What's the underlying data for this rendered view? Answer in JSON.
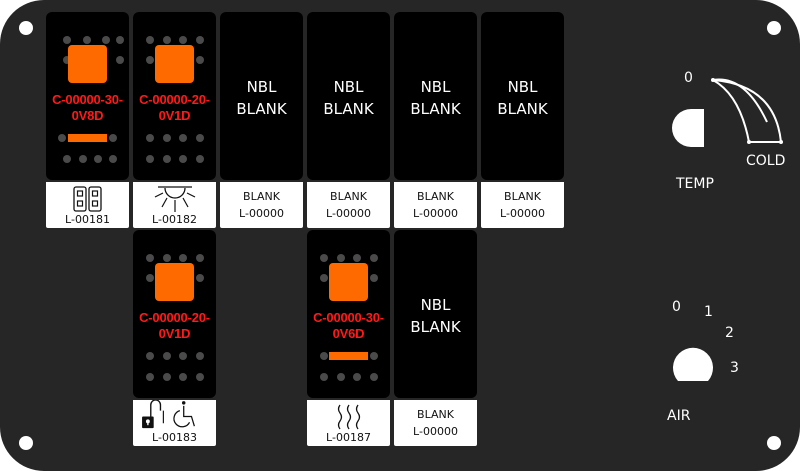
{
  "colors": {
    "panel": "#262626",
    "switch_body": "#000000",
    "led_orange": "#ff6a00",
    "code_red": "#ff1a1a",
    "dot_gray": "#4a4a4a"
  },
  "switches": [
    {
      "id": "s1",
      "type": "lit",
      "code_line1": "C-00000-30-",
      "code_line2": "0V8D",
      "bar": true,
      "icon": "dual-door-icon",
      "label_code": "L-00181"
    },
    {
      "id": "s2",
      "type": "lit",
      "code_line1": "C-00000-20-",
      "code_line2": "0V1D",
      "bar": false,
      "icon": "light-icon",
      "label_code": "L-00182"
    },
    {
      "id": "s3",
      "type": "blank",
      "line1": "NBL",
      "line2": "BLANK",
      "label_line1": "BLANK",
      "label_code": "L-00000"
    },
    {
      "id": "s4",
      "type": "blank",
      "line1": "NBL",
      "line2": "BLANK",
      "label_line1": "BLANK",
      "label_code": "L-00000"
    },
    {
      "id": "s5",
      "type": "blank",
      "line1": "NBL",
      "line2": "BLANK",
      "label_line1": "BLANK",
      "label_code": "L-00000"
    },
    {
      "id": "s6",
      "type": "blank",
      "line1": "NBL",
      "line2": "BLANK",
      "label_line1": "BLANK",
      "label_code": "L-00000"
    },
    {
      "id": "s7",
      "type": "lit",
      "code_line1": "C-00000-20-",
      "code_line2": "0V1D",
      "bar": false,
      "icon": "lock-wheelchair-icon",
      "label_code": "L-00183"
    },
    {
      "id": "s8",
      "type": "lit",
      "code_line1": "C-00000-30-",
      "code_line2": "0V6D",
      "bar": true,
      "icon": "heat-waves-icon",
      "label_code": "L-00187"
    },
    {
      "id": "s9",
      "type": "blank",
      "line1": "NBL",
      "line2": "BLANK",
      "label_line1": "BLANK",
      "label_code": "L-00000"
    }
  ],
  "temp_knob": {
    "label": "TEMP",
    "zero": "0",
    "cold": "COLD"
  },
  "air_knob": {
    "label": "AIR",
    "positions": [
      "0",
      "1",
      "2",
      "3"
    ]
  }
}
